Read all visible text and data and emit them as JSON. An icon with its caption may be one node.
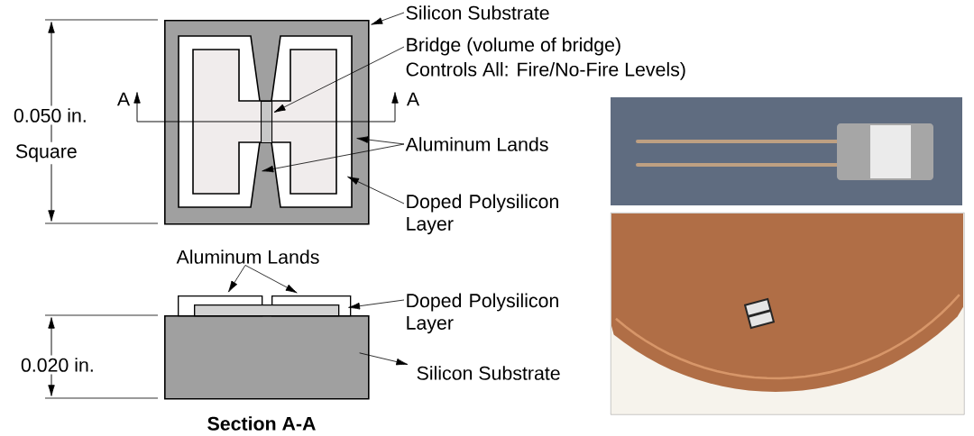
{
  "diagram": {
    "nodes": [
      {
        "text": [],
        "shape": "box"
      },
      {
        "text": [],
        "shape": "box",
        "in": 0
      },
      {
        "text": [],
        "shape": "box",
        "in": 0
      },
      {
        "text": [],
        "shape": "box",
        "in": 0
      },
      {
        "text": [],
        "shape": "box",
        "in": 3
      },
      {
        "text": [
          "Silicon Substrate"
        ]
      },
      {
        "text": [
          "Bridge (volume of bridge)",
          "Controls All: Fire/No-Fire Levels)"
        ]
      },
      {
        "text": [
          "Aluminum Lands"
        ]
      },
      {
        "text": [
          "Doped Polysilicon Layer"
        ]
      },
      {
        "text": [],
        "shape": "picture"
      },
      {
        "text": [],
        "shape": "picture"
      },
      {
        "text": [],
        "shape": "box"
      },
      {
        "text": [],
        "shape": "box"
      },
      {
        "text": [],
        "shape": "box"
      },
      {
        "text": [],
        "shape": "box"
      },
      {
        "text": [
          "Aluminum Lands"
        ]
      },
      {
        "text": [
          "Doped Polysilicon Layer"
        ]
      },
      {
        "text": [
          "Silicon Substrate"
        ]
      }
    ],
    "edges": [
      {
        "from": 5,
        "to": 0,
        "arrow": "to"
      },
      {
        "from": 6,
        "to": 4,
        "arrow": "to"
      },
      {
        "from": 7,
        "to": 2,
        "arrow": "to"
      },
      {
        "from": 7,
        "to": 1,
        "arrow": "to"
      },
      {
        "from": 8,
        "to": 3,
        "arrow": "to"
      },
      {
        "from": 15,
        "to": 11,
        "arrow": "to"
      },
      {
        "from": 15,
        "to": 12,
        "arrow": "to"
      },
      {
        "from": 16,
        "to": 13,
        "arrow": "to"
      },
      {
        "from": 14,
        "to": 17,
        "arrow": "to"
      }
    ],
    "labels": [
      "A",
      "A",
      "0.050 in.",
      "Square",
      "0.020 in.",
      "Section A-A"
    ]
  }
}
